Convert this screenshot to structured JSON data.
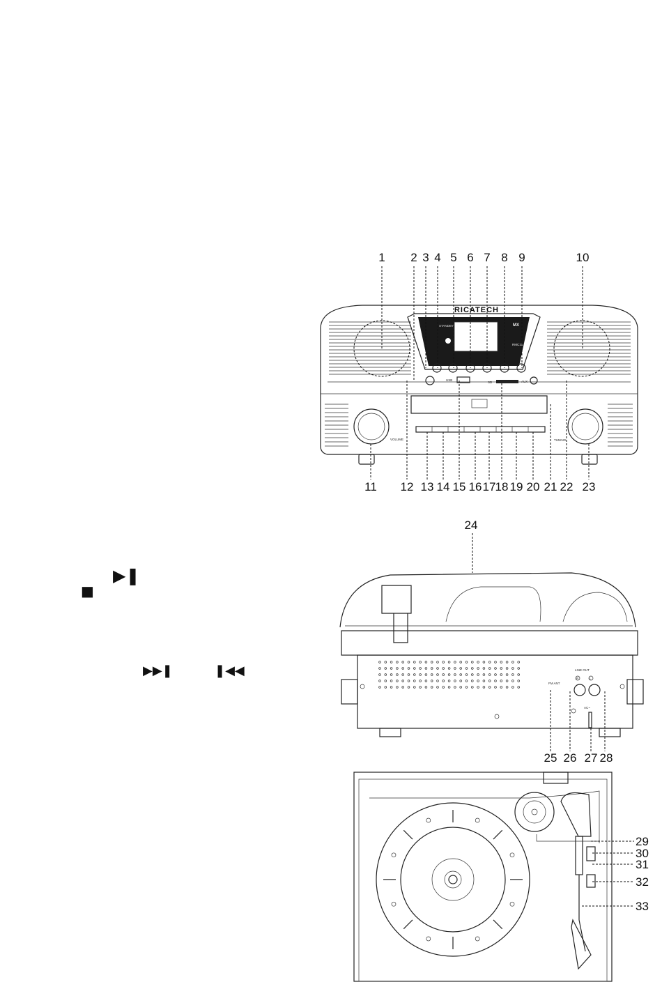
{
  "front_view": {
    "brand": "RICATECH",
    "model": "RMC15",
    "standby_label": "STANDBY",
    "usb_label": "USB",
    "sd_label": "SD",
    "aux_label": "AUX",
    "volume_label": "VOLUME",
    "tuning_label": "TUNING",
    "callouts_top": [
      "1",
      "2",
      "3",
      "4",
      "5",
      "6",
      "7",
      "8",
      "9",
      "10"
    ],
    "callouts_bottom": [
      "11",
      "12",
      "13",
      "14",
      "15",
      "16",
      "17",
      "18",
      "19",
      "20",
      "21",
      "22",
      "23"
    ]
  },
  "rear_view": {
    "fm_ant_label": "FM ANT",
    "line_out_label": "LINE OUT",
    "r_label": "R",
    "l_label": "L",
    "ac_label": "AC~",
    "callout_top": "24",
    "callouts_bottom": [
      "25",
      "26",
      "27",
      "28"
    ]
  },
  "top_view": {
    "callouts_right": [
      "29",
      "30",
      "31",
      "32",
      "33"
    ]
  },
  "side_symbols": {
    "play_pause_icon": "play-pause-icon",
    "stop_icon": "stop-icon",
    "next_icon": "next-icon",
    "prev_icon": "previous-icon"
  }
}
